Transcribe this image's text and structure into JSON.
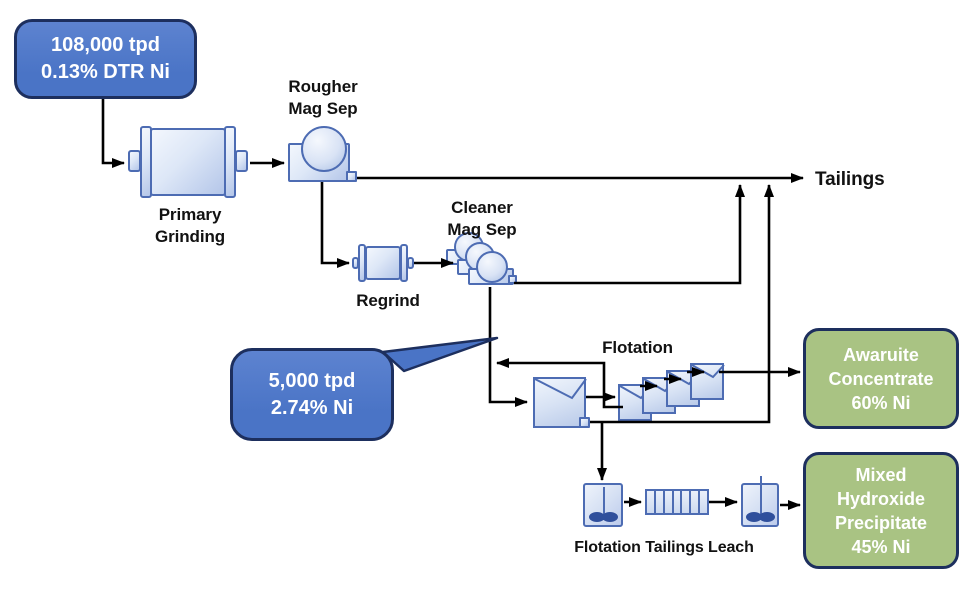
{
  "colors": {
    "accent_blue": "#4a74c6",
    "navy_border": "#1d2f5e",
    "product_green": "#a9c383",
    "equipment_border": "#4d6cb3",
    "stream_black": "#000000"
  },
  "callouts": {
    "feed": {
      "lines": [
        "108,000 tpd",
        "0.13% DTR Ni"
      ]
    },
    "magnetic_concentrate": {
      "lines": [
        "5,000 tpd",
        "2.74% Ni"
      ]
    }
  },
  "labels": {
    "rougher_mag_sep": [
      "Rougher",
      "Mag Sep"
    ],
    "primary_grinding": [
      "Primary",
      "Grinding"
    ],
    "regrind": "Regrind",
    "cleaner_mag_sep": [
      "Cleaner",
      "Mag Sep"
    ],
    "flotation": "Flotation",
    "flotation_tailings_leach": "Flotation Tailings Leach",
    "tailings": "Tailings"
  },
  "products": {
    "awaruite_concentrate": {
      "lines": [
        "Awaruite",
        "Concentrate",
        "60% Ni"
      ]
    },
    "mixed_hydroxide_precipitate": {
      "lines": [
        "Mixed",
        "Hydroxide",
        "Precipitate",
        "45% Ni"
      ]
    }
  }
}
